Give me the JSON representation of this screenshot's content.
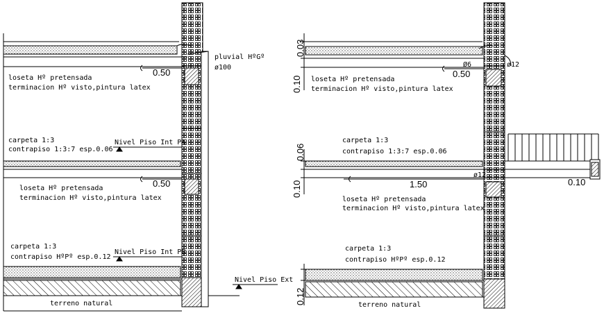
{
  "left_section": {
    "slab1_line1": "loseta Hº pretensada",
    "slab1_line2": "terminacion Hº visto,pintura latex",
    "dim_a": "0.50",
    "pluvial_line1": "pluvial HºGº",
    "pluvial_line2": "ø100",
    "floor1_line1": "carpeta 1:3",
    "floor1_line2": "contrapiso 1:3:7 esp.0.06",
    "level_pa": "Nivel Piso Int PA",
    "dim_b": "0.50",
    "slab2_line1": "loseta Hº pretensada",
    "slab2_line2": "terminacion Hº visto,pintura latex",
    "floor0_line1": "carpeta 1:3",
    "floor0_line2": "contrapiso HºPº esp.0.12",
    "level_pb": "Nivel Piso Int PB",
    "level_ext": "Nivel Piso Ext",
    "ground": "terreno natural"
  },
  "right_section": {
    "dim_003": "0.03",
    "dim_010_top": "0.10",
    "phi6": "Ø6",
    "phi12_top": "ø12",
    "dim_050": "0.50",
    "slab1_line1": "loseta Hº pretensada",
    "slab1_line2": "terminacion Hº visto,pintura latex",
    "floor1_line1": "carpeta 1:3",
    "floor1_line2": "contrapiso 1:3:7 esp.0.06",
    "dim_006": "0.06",
    "dim_010_mid": "0.10",
    "phi12_mid": "ø12",
    "dim_150": "1.50",
    "dim_010_right": "0.10",
    "slab2_line1": "loseta Hº pretensada",
    "slab2_line2": "terminacion Hº visto,pintura latex",
    "floor0_line1": "carpeta 1:3",
    "floor0_line2": "contrapiso HºPº esp.0.12",
    "dim_012": "0.12",
    "ground": "terreno natural"
  },
  "colors": {
    "line": "#000000",
    "background": "#ffffff"
  }
}
